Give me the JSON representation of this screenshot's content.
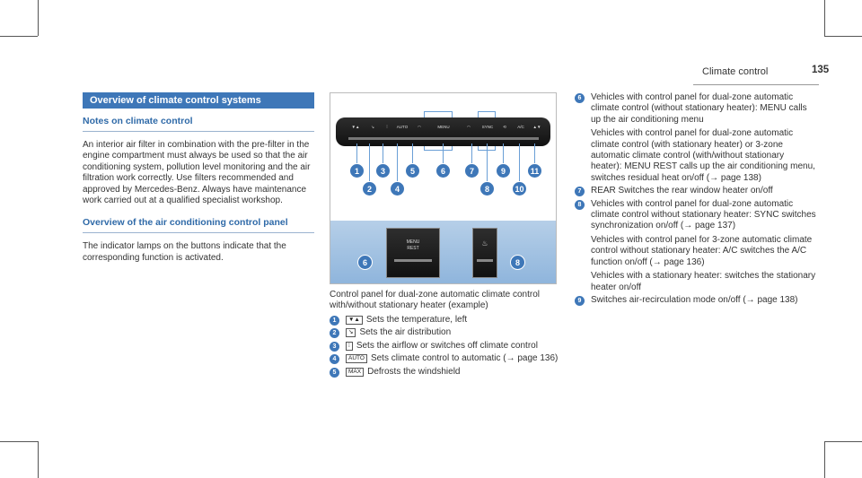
{
  "header": {
    "title": "Climate control",
    "page": "135"
  },
  "section": {
    "heading": "Overview of climate control systems",
    "subheading": "Notes on climate control",
    "paragraph": "An interior air filter in combination with the pre-filter in the engine compartment must always be used so that the air conditioning system, pollution level monitoring and the air filtration work correctly. Use filters recommended and approved by Mercedes-Benz. Always have maintenance work carried out at a qualified specialist workshop.",
    "subheading2": "Overview of the air conditioning control panel",
    "paragraph2": "The indicator lamps on the buttons indicate that the corresponding function is activated."
  },
  "figure": {
    "panel_labels": [
      "AUTO",
      "MENU",
      "SYNC",
      "A/C"
    ],
    "mini_labels": [
      "MENU",
      "REST"
    ],
    "top_numbers": [
      "1",
      "2",
      "3",
      "4",
      "5",
      "6",
      "7",
      "8",
      "9",
      "10",
      "11"
    ],
    "bottom_numbers": [
      "6",
      "8"
    ],
    "caption": "Control panel for dual-zone automatic climate control with/without stationary heater (example)"
  },
  "items": [
    {
      "num": "1",
      "symbol": "▼▲",
      "text": "Sets the temperature, left"
    },
    {
      "num": "2",
      "symbol": "↘",
      "text": "Sets the air distribution"
    },
    {
      "num": "3",
      "symbol": "⁞",
      "text": "Sets the airflow or switches off climate control"
    },
    {
      "num": "4",
      "symbol": "AUTO",
      "text": "Sets climate control to automatic (→ page 136)"
    },
    {
      "num": "5",
      "symbol": "MAX",
      "text": "Defrosts the windshield"
    }
  ],
  "items_right": [
    {
      "num": "6",
      "paras": [
        "Vehicles with control panel for dual-zone automatic climate control (without stationary heater): MENU calls up the air conditioning menu",
        "Vehicles with control panel for dual-zone automatic climate control (with stationary heater) or 3-zone automatic climate control (with/without stationary heater): MENU REST calls up the air conditioning menu, switches residual heat on/off (→ page 138)"
      ]
    },
    {
      "num": "7",
      "paras": [
        "REAR Switches the rear window heater on/off"
      ]
    },
    {
      "num": "8",
      "paras": [
        "Vehicles with control panel for dual-zone automatic climate control without stationary heater: SYNC switches synchronization on/off (→ page 137)",
        "Vehicles with control panel for 3-zone automatic climate control without stationary heater: A/C switches the A/C function on/off (→ page 136)",
        "Vehicles with a stationary heater: switches the stationary heater on/off"
      ]
    },
    {
      "num": "9",
      "paras": [
        "Switches air-recirculation mode on/off (→ page 138)"
      ]
    }
  ],
  "colors": {
    "accent": "#3e77b8",
    "heading_text": "#2f6aa8"
  }
}
